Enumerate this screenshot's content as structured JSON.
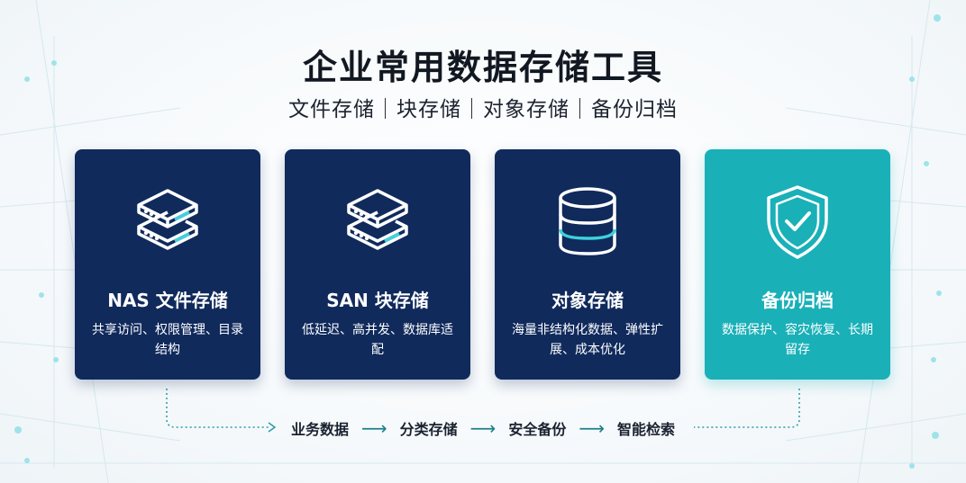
{
  "title": "企业常用数据存储工具",
  "subtitle": "文件存储｜块存储｜对象存储｜备份归档",
  "cards": [
    {
      "icon": "server-stack-icon",
      "title": "NAS 文件存储",
      "desc": "共享访问、权限管理、目录结构",
      "color": "#102a5c"
    },
    {
      "icon": "server-stack-icon",
      "title": "SAN 块存储",
      "desc": "低延迟、高并发、数据库适配",
      "color": "#102a5c"
    },
    {
      "icon": "database-icon",
      "title": "对象存储",
      "desc": "海量非结构化数据、弹性扩展、成本优化",
      "color": "#102a5c"
    },
    {
      "icon": "shield-check-icon",
      "title": "备份归档",
      "desc": "数据保护、容灾恢复、长期留存",
      "color": "#1ab0b8"
    }
  ],
  "flow": {
    "steps": [
      "业务数据",
      "分类存储",
      "安全备份",
      "智能检索"
    ],
    "arrow": "⟶"
  },
  "colors": {
    "accent_line": "#3fd0dc",
    "navy": "#102a5c",
    "teal": "#1ab0b8"
  }
}
